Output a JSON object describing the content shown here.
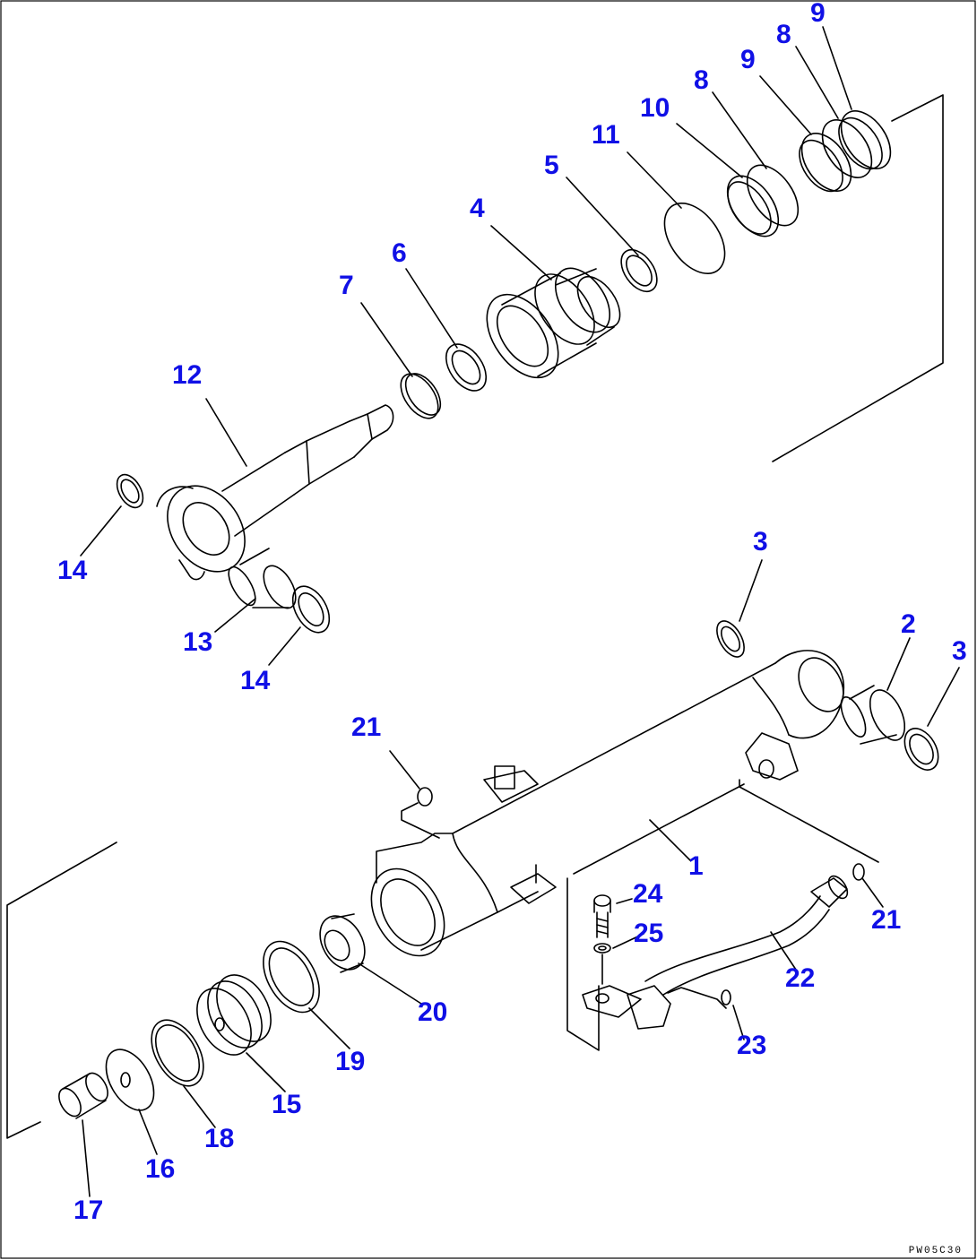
{
  "diagram": {
    "drawing_code": "PW05C30",
    "accent_color": "#1010e6",
    "part_labels": [
      {
        "id": "p9a",
        "text": "9"
      },
      {
        "id": "p8a",
        "text": "8"
      },
      {
        "id": "p9b",
        "text": "9"
      },
      {
        "id": "p8b",
        "text": "8"
      },
      {
        "id": "p10",
        "text": "10"
      },
      {
        "id": "p11",
        "text": "11"
      },
      {
        "id": "p5",
        "text": "5"
      },
      {
        "id": "p4",
        "text": "4"
      },
      {
        "id": "p6",
        "text": "6"
      },
      {
        "id": "p7",
        "text": "7"
      },
      {
        "id": "p12",
        "text": "12"
      },
      {
        "id": "p14a",
        "text": "14"
      },
      {
        "id": "p13",
        "text": "13"
      },
      {
        "id": "p14b",
        "text": "14"
      },
      {
        "id": "p3a",
        "text": "3"
      },
      {
        "id": "p2",
        "text": "2"
      },
      {
        "id": "p3b",
        "text": "3"
      },
      {
        "id": "p21a",
        "text": "21"
      },
      {
        "id": "p1",
        "text": "1"
      },
      {
        "id": "p24",
        "text": "24"
      },
      {
        "id": "p25",
        "text": "25"
      },
      {
        "id": "p21b",
        "text": "21"
      },
      {
        "id": "p22",
        "text": "22"
      },
      {
        "id": "p20",
        "text": "20"
      },
      {
        "id": "p19",
        "text": "19"
      },
      {
        "id": "p23",
        "text": "23"
      },
      {
        "id": "p15",
        "text": "15"
      },
      {
        "id": "p18",
        "text": "18"
      },
      {
        "id": "p16",
        "text": "16"
      },
      {
        "id": "p17",
        "text": "17"
      }
    ]
  }
}
